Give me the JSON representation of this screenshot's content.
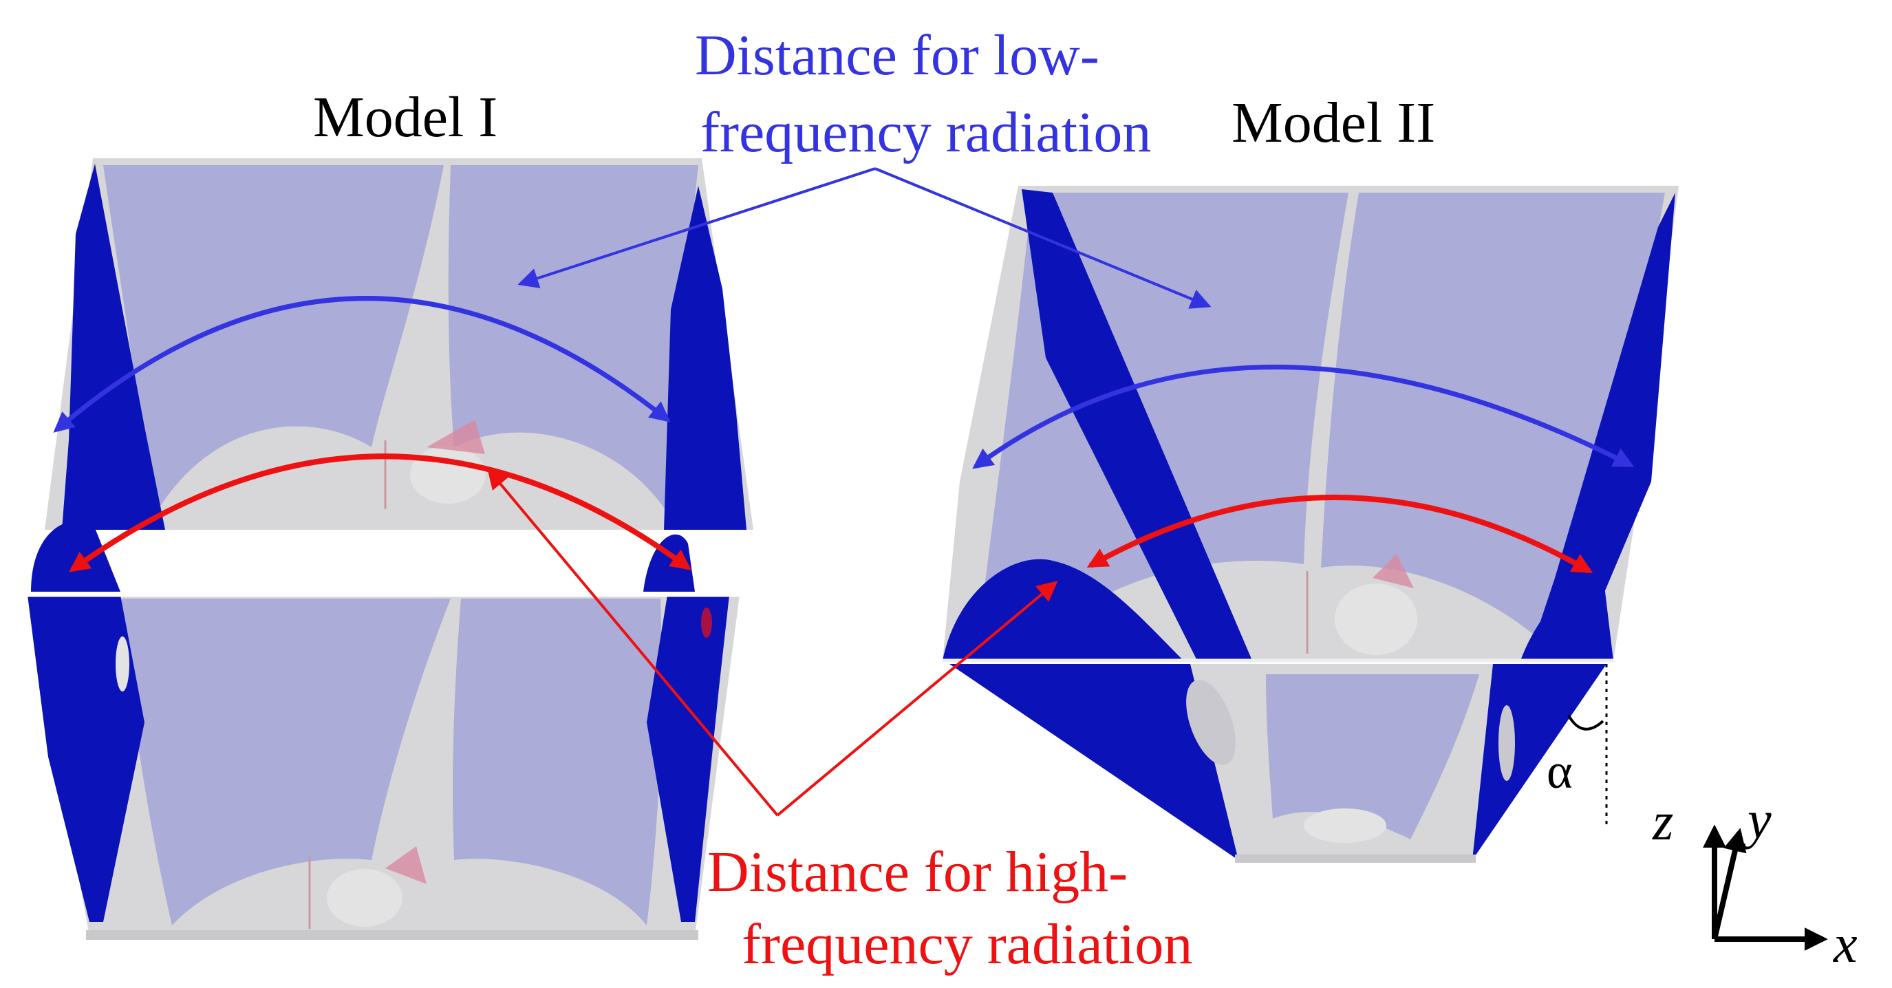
{
  "labels": {
    "model_1": "Model I",
    "model_2": "Model II",
    "low_freq_line1": "Distance for low-",
    "low_freq_line2": "frequency radiation",
    "high_freq_line1": "Distance for high-",
    "high_freq_line2": "frequency radiation",
    "angle": "α",
    "axis_z": "z",
    "axis_y": "y",
    "axis_x": "x"
  },
  "colors": {
    "low_frequency": "#3333e0",
    "high_frequency": "#ee1111",
    "conductor": "#0b12b8",
    "dielectric": "#a9aad8",
    "housing": "#d7d7d9",
    "hole": "#e3e3e3",
    "text": "#000000"
  }
}
